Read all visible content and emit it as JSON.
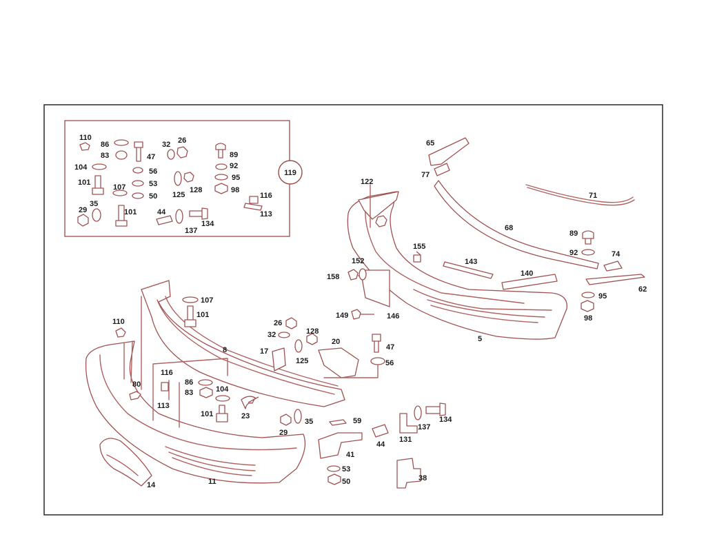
{
  "inset": {
    "reference_number": "119"
  },
  "callouts": {
    "c110a": "110",
    "c86a": "86",
    "c83a": "83",
    "c47a": "47",
    "c32a": "32",
    "c26a": "26",
    "c89a": "89",
    "c92a": "92",
    "c95a": "95",
    "c98a": "98",
    "c104a": "104",
    "c56a": "56",
    "c53a": "53",
    "c50a": "50",
    "c125a": "125",
    "c128a": "128",
    "c101a": "101",
    "c107a": "107",
    "c116a": "116",
    "c113a": "113",
    "c29a": "29",
    "c35a": "35",
    "c101b": "101",
    "c44a": "44",
    "c134a": "134",
    "c137a": "137",
    "c65": "65",
    "c77": "77",
    "c71": "71",
    "c122": "122",
    "c68": "68",
    "c155": "155",
    "c89b": "89",
    "c92b": "92",
    "c74": "74",
    "c143": "143",
    "c152": "152",
    "c158": "158",
    "c140": "140",
    "c62": "62",
    "c95b": "95",
    "c98b": "98",
    "c149": "149",
    "c146": "146",
    "c5": "5",
    "c107b": "107",
    "c101c": "101",
    "c110b": "110",
    "c26b": "26",
    "c128b": "128",
    "c32b": "32",
    "c20": "20",
    "c8": "8",
    "c17": "17",
    "c125b": "125",
    "c47b": "47",
    "c56b": "56",
    "c116b": "116",
    "c80": "80",
    "c86b": "86",
    "c83b": "83",
    "c104b": "104",
    "c113b": "113",
    "c101d": "101",
    "c23": "23",
    "c29b": "29",
    "c35b": "35",
    "c59": "59",
    "c134b": "134",
    "c137b": "137",
    "c131": "131",
    "c44b": "44",
    "c41": "41",
    "c53b": "53",
    "c50b": "50",
    "c38": "38",
    "c14": "14",
    "c11": "11"
  }
}
